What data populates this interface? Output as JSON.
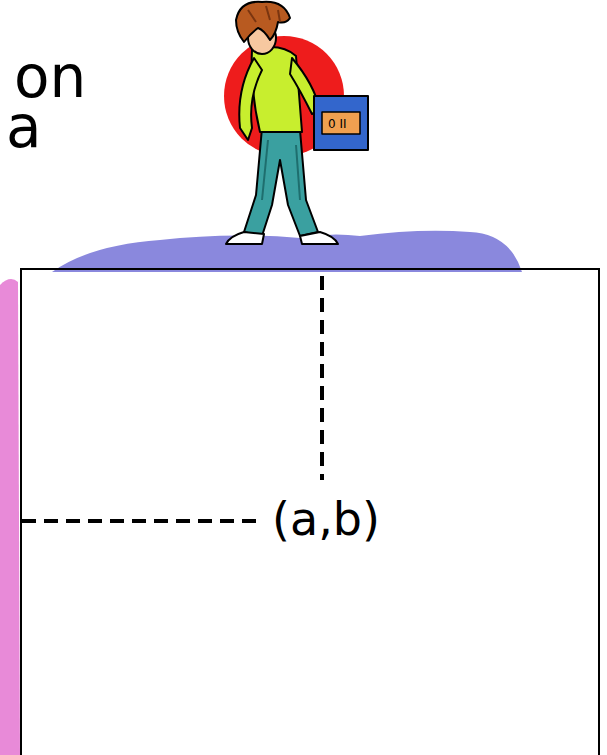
{
  "diagram": {
    "nodes": [
      {
        "text": [
          "(a,b)"
        ]
      }
    ],
    "labels": [
      "on",
      "a"
    ]
  }
}
